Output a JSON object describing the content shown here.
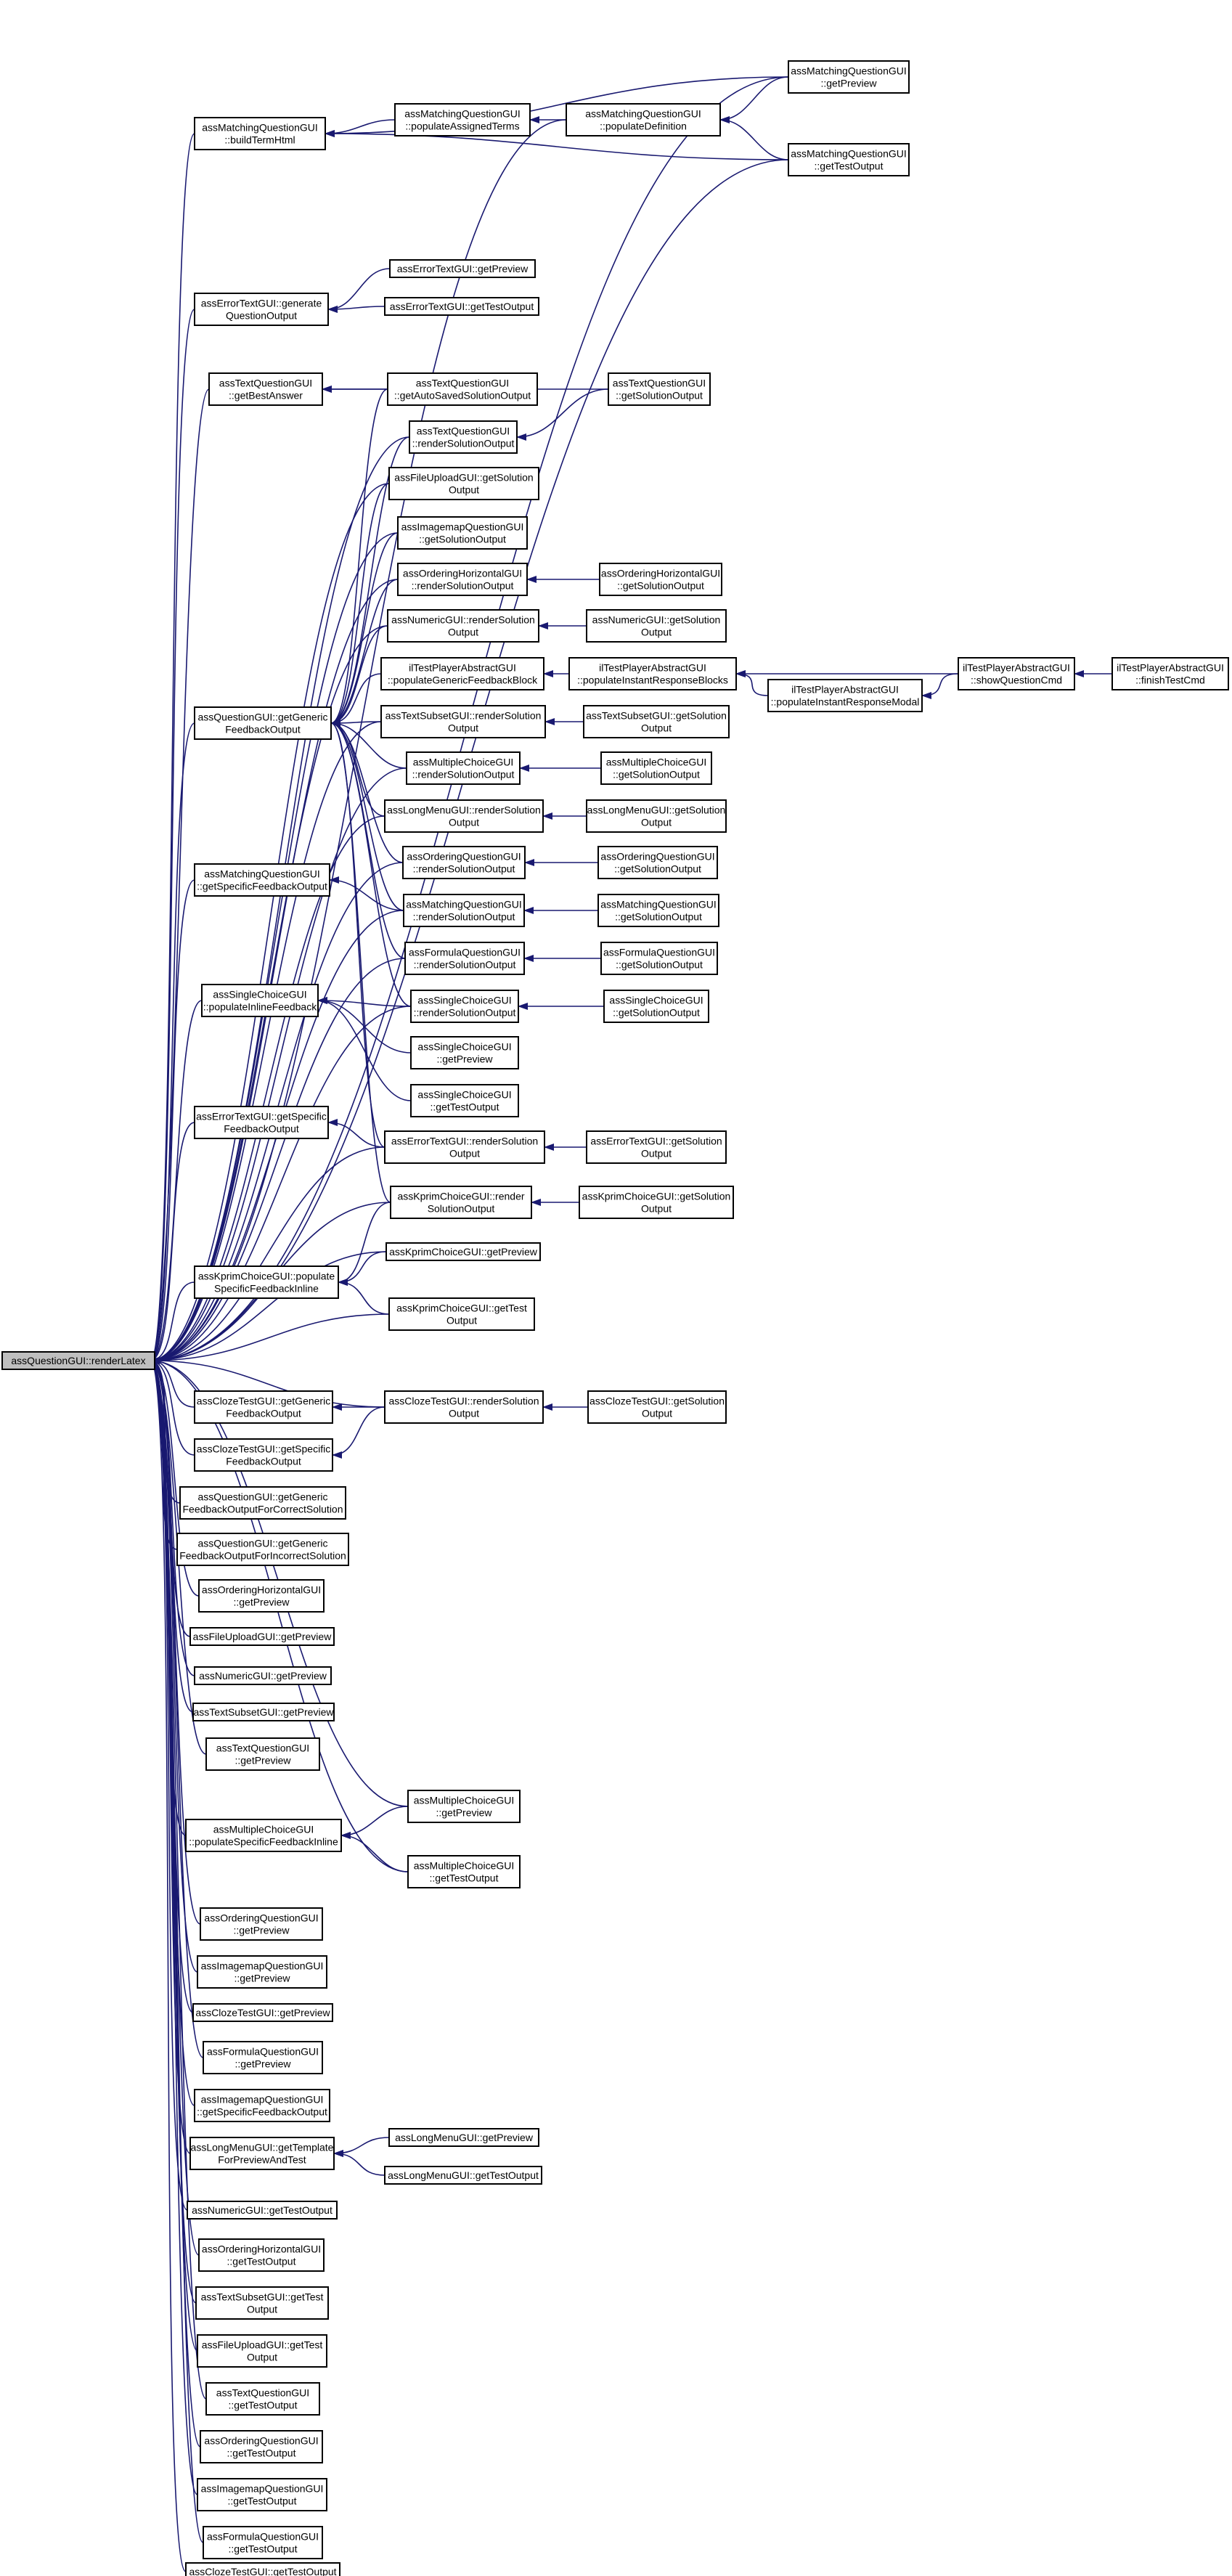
{
  "diagram": {
    "nodes": [
      {
        "id": "root",
        "lines": [
          "assQuestionGUI::renderLatex"
        ],
        "root": true
      },
      {
        "id": "mq_build",
        "lines": [
          "assMatchingQuestionGUI",
          "::buildTermHtml"
        ]
      },
      {
        "id": "mq_pat",
        "lines": [
          "assMatchingQuestionGUI",
          "::populateAssignedTerms"
        ]
      },
      {
        "id": "mq_pd",
        "lines": [
          "assMatchingQuestionGUI",
          "::populateDefinition"
        ]
      },
      {
        "id": "mq_prev",
        "lines": [
          "assMatchingQuestionGUI",
          "::getPreview"
        ]
      },
      {
        "id": "mq_test",
        "lines": [
          "assMatchingQuestionGUI",
          "::getTestOutput"
        ]
      },
      {
        "id": "et_gen",
        "lines": [
          "assErrorTextGUI::generate",
          "QuestionOutput"
        ]
      },
      {
        "id": "et_prev",
        "lines": [
          "assErrorTextGUI::getPreview"
        ]
      },
      {
        "id": "et_test",
        "lines": [
          "assErrorTextGUI::getTestOutput"
        ]
      },
      {
        "id": "tq_best",
        "lines": [
          "assTextQuestionGUI",
          "::getBestAnswer"
        ]
      },
      {
        "id": "tq_auto",
        "lines": [
          "assTextQuestionGUI",
          "::getAutoSavedSolutionOutput"
        ]
      },
      {
        "id": "tq_rso",
        "lines": [
          "assTextQuestionGUI",
          "::renderSolutionOutput"
        ]
      },
      {
        "id": "tq_gso",
        "lines": [
          "assTextQuestionGUI",
          "::getSolutionOutput"
        ]
      },
      {
        "id": "fu_gso",
        "lines": [
          "assFileUploadGUI::getSolution",
          "Output"
        ]
      },
      {
        "id": "im_gso",
        "lines": [
          "assImagemapQuestionGUI",
          "::getSolutionOutput"
        ]
      },
      {
        "id": "oh_rso",
        "lines": [
          "assOrderingHorizontalGUI",
          "::renderSolutionOutput"
        ]
      },
      {
        "id": "oh_gso",
        "lines": [
          "assOrderingHorizontalGUI",
          "::getSolutionOutput"
        ]
      },
      {
        "id": "nu_rso",
        "lines": [
          "assNumericGUI::renderSolution",
          "Output"
        ]
      },
      {
        "id": "nu_gso",
        "lines": [
          "assNumericGUI::getSolution",
          "Output"
        ]
      },
      {
        "id": "qg_gen",
        "lines": [
          "assQuestionGUI::getGeneric",
          "FeedbackOutput"
        ]
      },
      {
        "id": "tp_pgf",
        "lines": [
          "ilTestPlayerAbstractGUI",
          "::populateGenericFeedbackBlock"
        ]
      },
      {
        "id": "tp_pirb",
        "lines": [
          "ilTestPlayerAbstractGUI",
          "::populateInstantResponseBlocks"
        ]
      },
      {
        "id": "tp_pirm",
        "lines": [
          "ilTestPlayerAbstractGUI",
          "::populateInstantResponseModal"
        ]
      },
      {
        "id": "tp_sqc",
        "lines": [
          "ilTestPlayerAbstractGUI",
          "::showQuestionCmd"
        ]
      },
      {
        "id": "tp_ftc",
        "lines": [
          "ilTestPlayerAbstractGUI",
          "::finishTestCmd"
        ]
      },
      {
        "id": "ts_rso",
        "lines": [
          "assTextSubsetGUI::renderSolution",
          "Output"
        ]
      },
      {
        "id": "ts_gso",
        "lines": [
          "assTextSubsetGUI::getSolution",
          "Output"
        ]
      },
      {
        "id": "mc_rso",
        "lines": [
          "assMultipleChoiceGUI",
          "::renderSolutionOutput"
        ]
      },
      {
        "id": "mc_gso",
        "lines": [
          "assMultipleChoiceGUI",
          "::getSolutionOutput"
        ]
      },
      {
        "id": "lm_rso",
        "lines": [
          "assLongMenuGUI::renderSolution",
          "Output"
        ]
      },
      {
        "id": "lm_gso",
        "lines": [
          "assLongMenuGUI::getSolution",
          "Output"
        ]
      },
      {
        "id": "oq_rso",
        "lines": [
          "assOrderingQuestionGUI",
          "::renderSolutionOutput"
        ]
      },
      {
        "id": "oq_gso",
        "lines": [
          "assOrderingQuestionGUI",
          "::getSolutionOutput"
        ]
      },
      {
        "id": "mq_sfo",
        "lines": [
          "assMatchingQuestionGUI",
          "::getSpecificFeedbackOutput"
        ]
      },
      {
        "id": "mq_rso",
        "lines": [
          "assMatchingQuestionGUI",
          "::renderSolutionOutput"
        ]
      },
      {
        "id": "mq_gso",
        "lines": [
          "assMatchingQuestionGUI",
          "::getSolutionOutput"
        ]
      },
      {
        "id": "fq_rso",
        "lines": [
          "assFormulaQuestionGUI",
          "::renderSolutionOutput"
        ]
      },
      {
        "id": "fq_gso",
        "lines": [
          "assFormulaQuestionGUI",
          "::getSolutionOutput"
        ]
      },
      {
        "id": "sc_pif",
        "lines": [
          "assSingleChoiceGUI",
          "::populateInlineFeedback"
        ]
      },
      {
        "id": "sc_rso",
        "lines": [
          "assSingleChoiceGUI",
          "::renderSolutionOutput"
        ]
      },
      {
        "id": "sc_gso",
        "lines": [
          "assSingleChoiceGUI",
          "::getSolutionOutput"
        ]
      },
      {
        "id": "sc_prev",
        "lines": [
          "assSingleChoiceGUI",
          "::getPreview"
        ]
      },
      {
        "id": "sc_test",
        "lines": [
          "assSingleChoiceGUI",
          "::getTestOutput"
        ]
      },
      {
        "id": "et_sfo",
        "lines": [
          "assErrorTextGUI::getSpecific",
          "FeedbackOutput"
        ]
      },
      {
        "id": "et_rso",
        "lines": [
          "assErrorTextGUI::renderSolution",
          "Output"
        ]
      },
      {
        "id": "et_gso",
        "lines": [
          "assErrorTextGUI::getSolution",
          "Output"
        ]
      },
      {
        "id": "kp_rso",
        "lines": [
          "assKprimChoiceGUI::render",
          "SolutionOutput"
        ]
      },
      {
        "id": "kp_gso",
        "lines": [
          "assKprimChoiceGUI::getSolution",
          "Output"
        ]
      },
      {
        "id": "kp_psfi",
        "lines": [
          "assKprimChoiceGUI::populate",
          "SpecificFeedbackInline"
        ]
      },
      {
        "id": "kp_prev",
        "lines": [
          "assKprimChoiceGUI::getPreview"
        ]
      },
      {
        "id": "kp_test",
        "lines": [
          "assKprimChoiceGUI::getTest",
          "Output"
        ]
      },
      {
        "id": "ct_gfo",
        "lines": [
          "assClozeTestGUI::getGeneric",
          "FeedbackOutput"
        ]
      },
      {
        "id": "ct_rso",
        "lines": [
          "assClozeTestGUI::renderSolution",
          "Output"
        ]
      },
      {
        "id": "ct_gso",
        "lines": [
          "assClozeTestGUI::getSolution",
          "Output"
        ]
      },
      {
        "id": "ct_sfo",
        "lines": [
          "assClozeTestGUI::getSpecific",
          "FeedbackOutput"
        ]
      },
      {
        "id": "qg_gfc",
        "lines": [
          "assQuestionGUI::getGeneric",
          "FeedbackOutputForCorrectSolution"
        ]
      },
      {
        "id": "qg_gfi",
        "lines": [
          "assQuestionGUI::getGeneric",
          "FeedbackOutputForIncorrectSolution"
        ]
      },
      {
        "id": "oh_prev",
        "lines": [
          "assOrderingHorizontalGUI",
          "::getPreview"
        ]
      },
      {
        "id": "fu_prev",
        "lines": [
          "assFileUploadGUI::getPreview"
        ]
      },
      {
        "id": "nu_prev",
        "lines": [
          "assNumericGUI::getPreview"
        ]
      },
      {
        "id": "ts_prev",
        "lines": [
          "assTextSubsetGUI::getPreview"
        ]
      },
      {
        "id": "tq_prev",
        "lines": [
          "assTextQuestionGUI",
          "::getPreview"
        ]
      },
      {
        "id": "mc_psfi",
        "lines": [
          "assMultipleChoiceGUI",
          "::populateSpecificFeedbackInline"
        ]
      },
      {
        "id": "mc_prev",
        "lines": [
          "assMultipleChoiceGUI",
          "::getPreview"
        ]
      },
      {
        "id": "mc_test",
        "lines": [
          "assMultipleChoiceGUI",
          "::getTestOutput"
        ]
      },
      {
        "id": "oq_prev",
        "lines": [
          "assOrderingQuestionGUI",
          "::getPreview"
        ]
      },
      {
        "id": "im_prev",
        "lines": [
          "assImagemapQuestionGUI",
          "::getPreview"
        ]
      },
      {
        "id": "ct_prev",
        "lines": [
          "assClozeTestGUI::getPreview"
        ]
      },
      {
        "id": "fq_prev",
        "lines": [
          "assFormulaQuestionGUI",
          "::getPreview"
        ]
      },
      {
        "id": "im_sfo",
        "lines": [
          "assImagemapQuestionGUI",
          "::getSpecificFeedbackOutput"
        ]
      },
      {
        "id": "lm_gtp",
        "lines": [
          "assLongMenuGUI::getTemplate",
          "ForPreviewAndTest"
        ]
      },
      {
        "id": "lm_prev",
        "lines": [
          "assLongMenuGUI::getPreview"
        ]
      },
      {
        "id": "lm_test",
        "lines": [
          "assLongMenuGUI::getTestOutput"
        ]
      },
      {
        "id": "nu_test",
        "lines": [
          "assNumericGUI::getTestOutput"
        ]
      },
      {
        "id": "oh_test",
        "lines": [
          "assOrderingHorizontalGUI",
          "::getTestOutput"
        ]
      },
      {
        "id": "ts_test",
        "lines": [
          "assTextSubsetGUI::getTest",
          "Output"
        ]
      },
      {
        "id": "fu_test",
        "lines": [
          "assFileUploadGUI::getTest",
          "Output"
        ]
      },
      {
        "id": "tq_test",
        "lines": [
          "assTextQuestionGUI",
          "::getTestOutput"
        ]
      },
      {
        "id": "oq_test",
        "lines": [
          "assOrderingQuestionGUI",
          "::getTestOutput"
        ]
      },
      {
        "id": "im_test",
        "lines": [
          "assImagemapQuestionGUI",
          "::getTestOutput"
        ]
      },
      {
        "id": "fq_test",
        "lines": [
          "assFormulaQuestionGUI",
          "::getTestOutput"
        ]
      },
      {
        "id": "ct_test",
        "lines": [
          "assClozeTestGUI::getTestOutput"
        ]
      }
    ],
    "edges": [
      [
        "mq_prev",
        "root"
      ],
      [
        "mq_test",
        "root"
      ],
      [
        "mq_pd",
        "root"
      ],
      [
        "mq_build",
        "root"
      ],
      [
        "et_gen",
        "root"
      ],
      [
        "tq_best",
        "root"
      ],
      [
        "tq_rso",
        "root"
      ],
      [
        "fu_gso",
        "root"
      ],
      [
        "im_gso",
        "root"
      ],
      [
        "oh_rso",
        "root"
      ],
      [
        "nu_rso",
        "root"
      ],
      [
        "qg_gen",
        "root"
      ],
      [
        "ts_rso",
        "root"
      ],
      [
        "mc_rso",
        "root"
      ],
      [
        "lm_rso",
        "root"
      ],
      [
        "oq_rso",
        "root"
      ],
      [
        "mq_sfo",
        "root"
      ],
      [
        "mq_rso",
        "root"
      ],
      [
        "fq_rso",
        "root"
      ],
      [
        "sc_pif",
        "root"
      ],
      [
        "sc_rso",
        "root"
      ],
      [
        "et_sfo",
        "root"
      ],
      [
        "et_rso",
        "root"
      ],
      [
        "kp_rso",
        "root"
      ],
      [
        "kp_psfi",
        "root"
      ],
      [
        "kp_prev",
        "root"
      ],
      [
        "kp_test",
        "root"
      ],
      [
        "ct_gfo",
        "root"
      ],
      [
        "ct_rso",
        "root"
      ],
      [
        "ct_sfo",
        "root"
      ],
      [
        "qg_gfc",
        "root"
      ],
      [
        "qg_gfi",
        "root"
      ],
      [
        "oh_prev",
        "root"
      ],
      [
        "fu_prev",
        "root"
      ],
      [
        "nu_prev",
        "root"
      ],
      [
        "ts_prev",
        "root"
      ],
      [
        "tq_prev",
        "root"
      ],
      [
        "mc_prev",
        "root"
      ],
      [
        "mc_psfi",
        "root"
      ],
      [
        "mc_test",
        "root"
      ],
      [
        "oq_prev",
        "root"
      ],
      [
        "im_prev",
        "root"
      ],
      [
        "ct_prev",
        "root"
      ],
      [
        "fq_prev",
        "root"
      ],
      [
        "im_sfo",
        "root"
      ],
      [
        "lm_gtp",
        "root"
      ],
      [
        "nu_test",
        "root"
      ],
      [
        "oh_test",
        "root"
      ],
      [
        "ts_test",
        "root"
      ],
      [
        "fu_test",
        "root"
      ],
      [
        "tq_test",
        "root"
      ],
      [
        "oq_test",
        "root"
      ],
      [
        "im_test",
        "root"
      ],
      [
        "fq_test",
        "root"
      ],
      [
        "ct_test",
        "root"
      ],
      [
        "mq_prev",
        "mq_build"
      ],
      [
        "mq_test",
        "mq_build"
      ],
      [
        "mq_pat",
        "mq_build"
      ],
      [
        "mq_pd",
        "mq_pat"
      ],
      [
        "mq_prev",
        "mq_pd"
      ],
      [
        "mq_test",
        "mq_pd"
      ],
      [
        "et_prev",
        "et_gen"
      ],
      [
        "et_test",
        "et_gen"
      ],
      [
        "tq_auto",
        "tq_best"
      ],
      [
        "tq_gso",
        "tq_best"
      ],
      [
        "tq_gso",
        "tq_rso"
      ],
      [
        "tq_auto",
        "qg_gen"
      ],
      [
        "tq_rso",
        "qg_gen"
      ],
      [
        "fu_gso",
        "qg_gen"
      ],
      [
        "im_gso",
        "qg_gen"
      ],
      [
        "oh_rso",
        "qg_gen"
      ],
      [
        "nu_rso",
        "qg_gen"
      ],
      [
        "tp_pgf",
        "qg_gen"
      ],
      [
        "ts_rso",
        "qg_gen"
      ],
      [
        "mc_rso",
        "qg_gen"
      ],
      [
        "lm_rso",
        "qg_gen"
      ],
      [
        "oq_rso",
        "qg_gen"
      ],
      [
        "mq_rso",
        "qg_gen"
      ],
      [
        "fq_rso",
        "qg_gen"
      ],
      [
        "sc_rso",
        "qg_gen"
      ],
      [
        "et_rso",
        "qg_gen"
      ],
      [
        "kp_rso",
        "qg_gen"
      ],
      [
        "oh_gso",
        "oh_rso"
      ],
      [
        "nu_gso",
        "nu_rso"
      ],
      [
        "tp_pirb",
        "tp_pgf"
      ],
      [
        "tp_sqc",
        "tp_pirb"
      ],
      [
        "tp_pirm",
        "tp_pirb"
      ],
      [
        "tp_sqc",
        "tp_pirm"
      ],
      [
        "tp_ftc",
        "tp_sqc"
      ],
      [
        "ts_gso",
        "ts_rso"
      ],
      [
        "mc_gso",
        "mc_rso"
      ],
      [
        "lm_gso",
        "lm_rso"
      ],
      [
        "oq_gso",
        "oq_rso"
      ],
      [
        "mq_rso",
        "mq_sfo"
      ],
      [
        "mq_gso",
        "mq_rso"
      ],
      [
        "fq_gso",
        "fq_rso"
      ],
      [
        "sc_rso",
        "sc_pif"
      ],
      [
        "sc_prev",
        "sc_pif"
      ],
      [
        "sc_test",
        "sc_pif"
      ],
      [
        "sc_gso",
        "sc_rso"
      ],
      [
        "et_rso",
        "et_sfo"
      ],
      [
        "et_gso",
        "et_rso"
      ],
      [
        "kp_gso",
        "kp_rso"
      ],
      [
        "kp_rso",
        "kp_psfi"
      ],
      [
        "kp_prev",
        "kp_psfi"
      ],
      [
        "kp_test",
        "kp_psfi"
      ],
      [
        "ct_rso",
        "ct_gfo"
      ],
      [
        "ct_rso",
        "ct_sfo"
      ],
      [
        "ct_gso",
        "ct_rso"
      ],
      [
        "mc_prev",
        "mc_psfi"
      ],
      [
        "mc_test",
        "mc_psfi"
      ],
      [
        "lm_prev",
        "lm_gtp"
      ],
      [
        "lm_test",
        "lm_gtp"
      ]
    ]
  }
}
